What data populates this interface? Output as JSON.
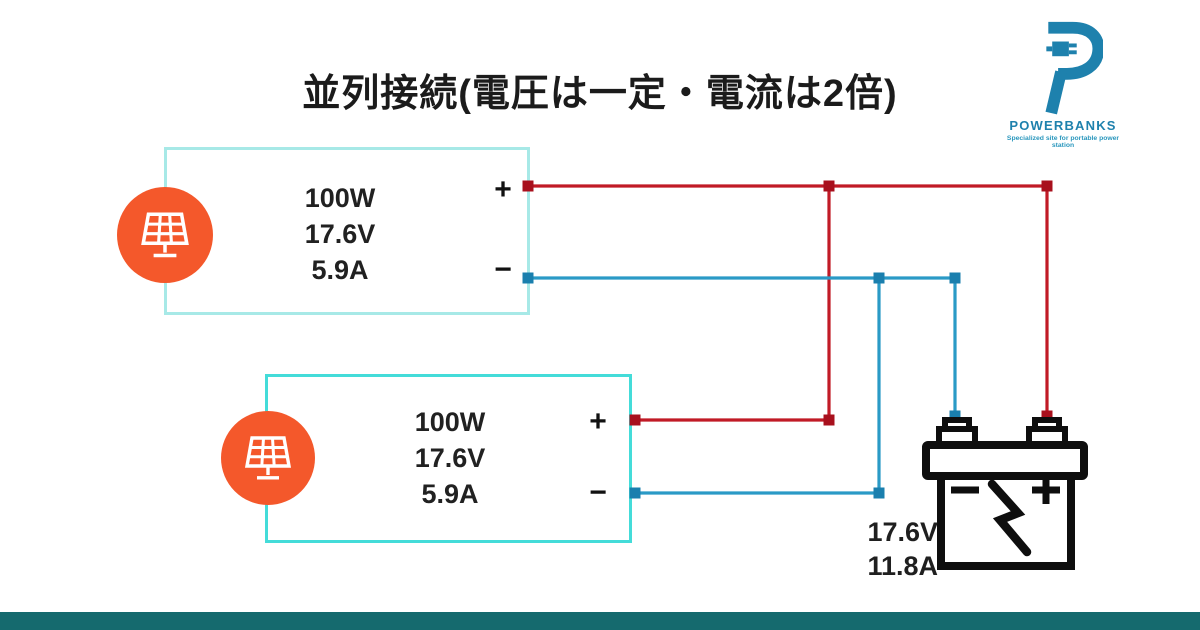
{
  "title": "並列接続(電圧は一定・電流は2倍)",
  "logo": {
    "brand": "POWERBANKS",
    "tagline": "Specialized site for portable power station"
  },
  "panels": [
    {
      "power": "100W",
      "voltage": "17.6V",
      "current": "5.9A",
      "plus_label": "+",
      "minus_label": "−"
    },
    {
      "power": "100W",
      "voltage": "17.6V",
      "current": "5.9A",
      "plus_label": "+",
      "minus_label": "−"
    }
  ],
  "battery": {
    "voltage": "17.6V",
    "current": "11.8A"
  },
  "colors": {
    "wire_positive": "#c11a26",
    "wire_positive_node": "#a8101d",
    "wire_negative": "#2a9ac6",
    "wire_negative_node": "#1a7fae",
    "panel1_border": "#a7e9e7",
    "panel2_border": "#44dcd9",
    "panel_icon_bg": "#f4582b",
    "brand_blue": "#1e81ad",
    "footer_teal": "#156a6e"
  }
}
